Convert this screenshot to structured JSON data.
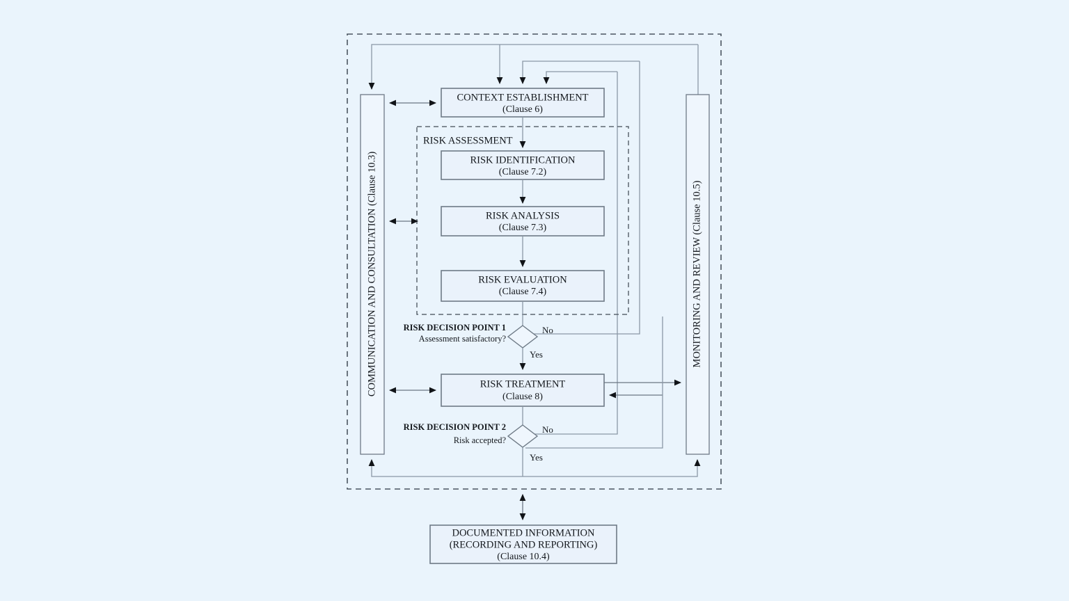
{
  "page": {
    "background_color": "#eaf4fc",
    "title": "Risk Management Process"
  },
  "colors": {
    "box_fill": "#eaf2fb",
    "box_stroke": "#6e7a86",
    "connector": "#8a97a5",
    "dashed_border": "#4b5560",
    "text": "#14181d"
  },
  "outer_group": {
    "label": ""
  },
  "boxes": {
    "context": {
      "line1": "CONTEXT ESTABLISHMENT",
      "line2": "(Clause 6)"
    },
    "identification": {
      "line1": "RISK IDENTIFICATION",
      "line2": "(Clause  7.2)"
    },
    "analysis": {
      "line1": "RISK ANALYSIS",
      "line2": "(Clause 7.3)"
    },
    "evaluation": {
      "line1": "RISK EVALUATION",
      "line2": "(Clause 7.4)"
    },
    "treatment": {
      "line1": "RISK TREATMENT",
      "line2": "(Clause 8)"
    },
    "documented_information": {
      "line1": "DOCUMENTED INFORMATION",
      "line2": "(RECORDING AND REPORTING)",
      "line3": "(Clause 10.4)"
    }
  },
  "groups": {
    "risk_assessment": {
      "label": "RISK ASSESSMENT"
    }
  },
  "side_bars": {
    "left": {
      "label": "COMMUNICATION AND CONSULTATION (Clause 10.3)"
    },
    "right": {
      "label": "MONITORING AND REVIEW (Clause 10.5)"
    }
  },
  "decisions": {
    "point1": {
      "title": "RISK DECISION POINT 1",
      "question": "Assessment satisfactory?",
      "no_label": "No",
      "yes_label": "Yes"
    },
    "point2": {
      "title": "RISK DECISION POINT 2",
      "question": "Risk accepted?",
      "no_label": "No",
      "yes_label": "Yes"
    }
  }
}
